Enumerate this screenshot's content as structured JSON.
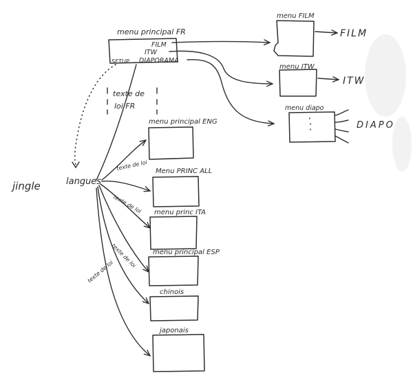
{
  "diagram": {
    "main_menu": {
      "title": "menu principal FR",
      "items": [
        "FILM",
        "ITW",
        "DIAPORAMA"
      ],
      "setup": "SETUP"
    },
    "submenus": [
      {
        "title": "menu FILM",
        "output": "FILM"
      },
      {
        "title": "menu ITW",
        "output": "ITW"
      },
      {
        "title": "menu diapo",
        "output": "DIAPO"
      }
    ],
    "law_text_fr": {
      "line1": "texte de",
      "line2": "loi FR"
    },
    "start_nodes": {
      "jingle": "jingle",
      "langues": "langues"
    },
    "law_text_small": "texte de loi",
    "languages": [
      {
        "title": "menu principal ENG"
      },
      {
        "title": "Menu PRINC ALL"
      },
      {
        "title": "menu princ ITA"
      },
      {
        "title": "menu principal ESP"
      },
      {
        "title": "chinois"
      },
      {
        "title": "japonais"
      }
    ]
  }
}
